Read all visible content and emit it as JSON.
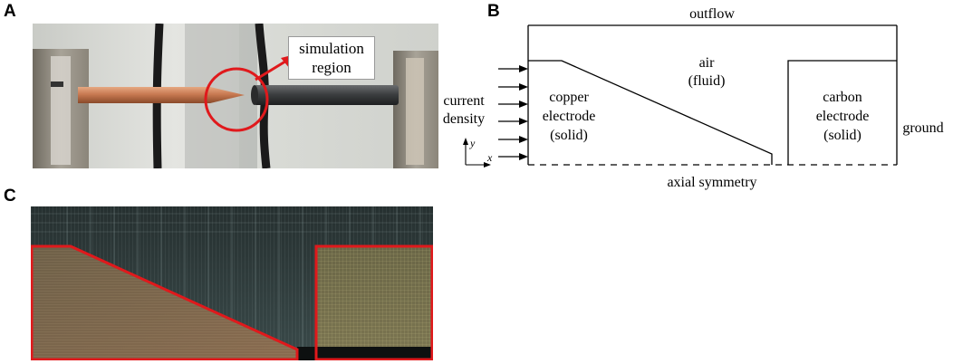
{
  "panels": {
    "a": {
      "label": "A",
      "callout_line1": "simulation",
      "callout_line2": "region"
    },
    "b": {
      "label": "B",
      "outflow": "outflow",
      "air_line1": "air",
      "air_line2": "(fluid)",
      "current_line1": "current",
      "current_line2": "density",
      "copper_line1": "copper",
      "copper_line2": "electrode",
      "copper_line3": "(solid)",
      "carbon_line1": "carbon",
      "carbon_line2": "electrode",
      "carbon_line3": "(solid)",
      "ground": "ground",
      "axial": "axial symmetry",
      "axis_y": "y",
      "axis_x": "x"
    },
    "c": {
      "label": "C"
    }
  },
  "colors": {
    "highlight_red": "#e0191c",
    "mesh_background": "#2e3e3e",
    "copper_mesh": "#7a6650",
    "carbon_mesh": "#6e6a47"
  }
}
